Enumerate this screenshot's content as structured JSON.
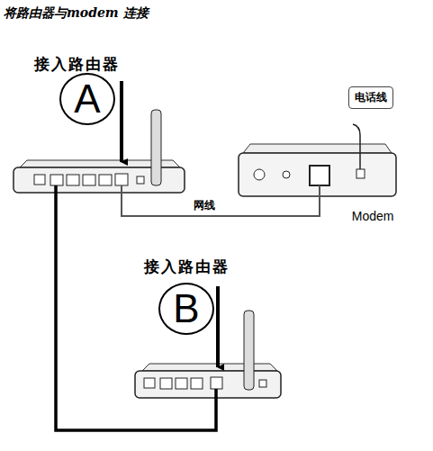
{
  "diagram": {
    "title": "将路由器与modem 连接",
    "nodes": [
      {
        "text": [
          "A"
        ]
      },
      {
        "text": [
          "电话线"
        ]
      },
      {
        "text": [
          "Modem"
        ]
      },
      {
        "text": [
          "B"
        ]
      }
    ],
    "labels": [
      "接入路由器",
      "网线",
      "接入路由器"
    ]
  }
}
